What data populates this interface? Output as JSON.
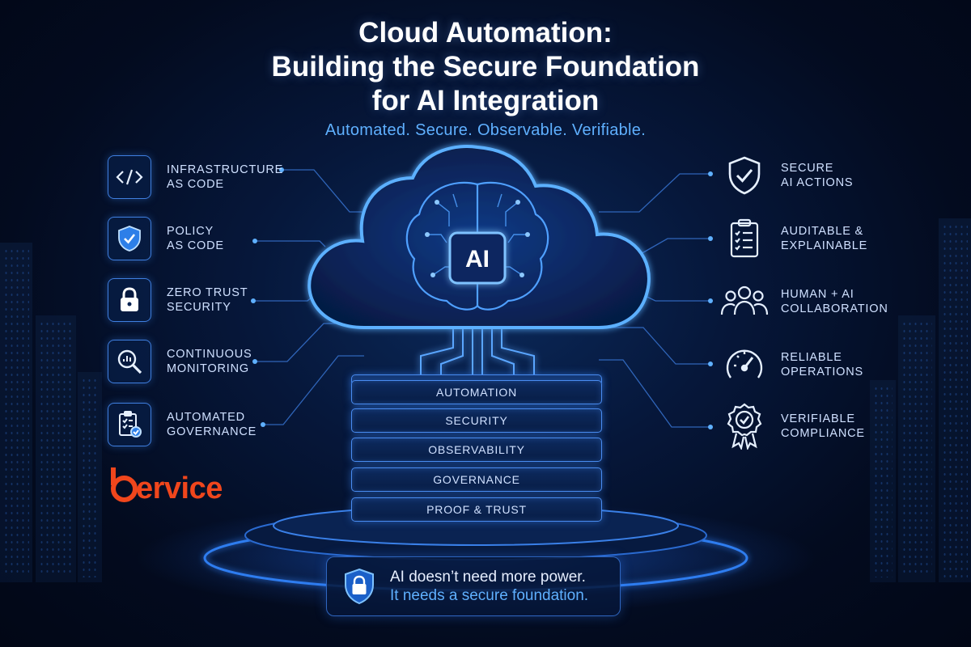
{
  "title": {
    "line1": "Cloud Automation:",
    "line2": "Building the Secure Foundation",
    "line3": "for AI Integration"
  },
  "tagline": "Automated. Secure. Observable. Verifiable.",
  "center": {
    "ai_label": "AI",
    "icon": "brain-chip-icon"
  },
  "left_features": [
    {
      "icon": "code-brackets-icon",
      "line1": "INFRASTRUCTURE",
      "line2": "AS CODE"
    },
    {
      "icon": "shield-check-icon",
      "line1": "POLICY",
      "line2": "AS CODE"
    },
    {
      "icon": "padlock-icon",
      "line1": "ZERO TRUST",
      "line2": "SECURITY"
    },
    {
      "icon": "magnifier-chart-icon",
      "line1": "CONTINUOUS",
      "line2": "MONITORING"
    },
    {
      "icon": "clipboard-check-icon",
      "line1": "AUTOMATED",
      "line2": "GOVERNANCE"
    }
  ],
  "right_features": [
    {
      "icon": "shield-check-icon",
      "line1": "SECURE",
      "line2": "AI ACTIONS"
    },
    {
      "icon": "checklist-icon",
      "line1": "AUDITABLE &",
      "line2": "EXPLAINABLE"
    },
    {
      "icon": "people-group-icon",
      "line1": "HUMAN + AI",
      "line2": "COLLABORATION"
    },
    {
      "icon": "gauge-icon",
      "line1": "RELIABLE",
      "line2": "OPERATIONS"
    },
    {
      "icon": "award-badge-icon",
      "line1": "VERIFIABLE",
      "line2": "COMPLIANCE"
    }
  ],
  "layers": [
    "AUTOMATION",
    "SECURITY",
    "OBSERVABILITY",
    "GOVERNANCE",
    "PROOF & TRUST"
  ],
  "brand": {
    "name": "bervice",
    "text": "ervice",
    "color": "#f0461c"
  },
  "message": {
    "icon": "shield-lock-icon",
    "line1": "AI doesn’t need more power.",
    "line2": "It needs a secure foundation."
  },
  "colors": {
    "accent": "#5fb0ff",
    "glow": "#3f8cff",
    "background": "#030b1f"
  }
}
